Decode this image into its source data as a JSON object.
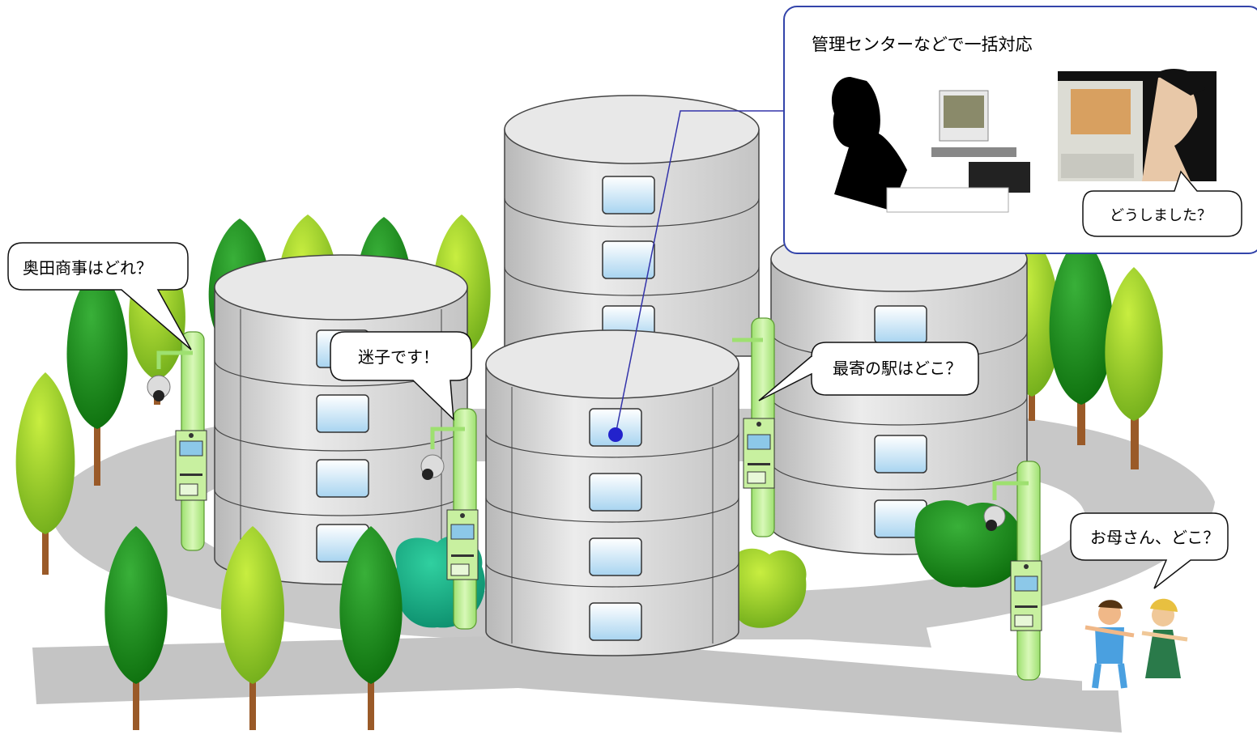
{
  "panel": {
    "title": "管理センターなどで一括対応",
    "operator_reply": "どうしました？"
  },
  "bubbles": {
    "company_query": "奥田商事はどれ？",
    "lost_child": "迷子です！",
    "station_query": "最寄の駅はどこ？",
    "mother_query": "お母さん、どこ？"
  },
  "colors": {
    "building_fill": "#d4d4d4",
    "road": "#c8c8c8",
    "pole": "#b8ee88",
    "tree_dark": "#1a8a1a",
    "tree_light": "#8ccd1e",
    "trunk": "#9a5a28",
    "callout_line": "#3333aa",
    "panel_border": "#3344aa"
  },
  "icons": [
    "tree-icon",
    "cylindrical-building-icon",
    "street-pole-icon",
    "security-camera-icon",
    "intercom-terminal-icon",
    "operator-icon",
    "children-icon"
  ]
}
